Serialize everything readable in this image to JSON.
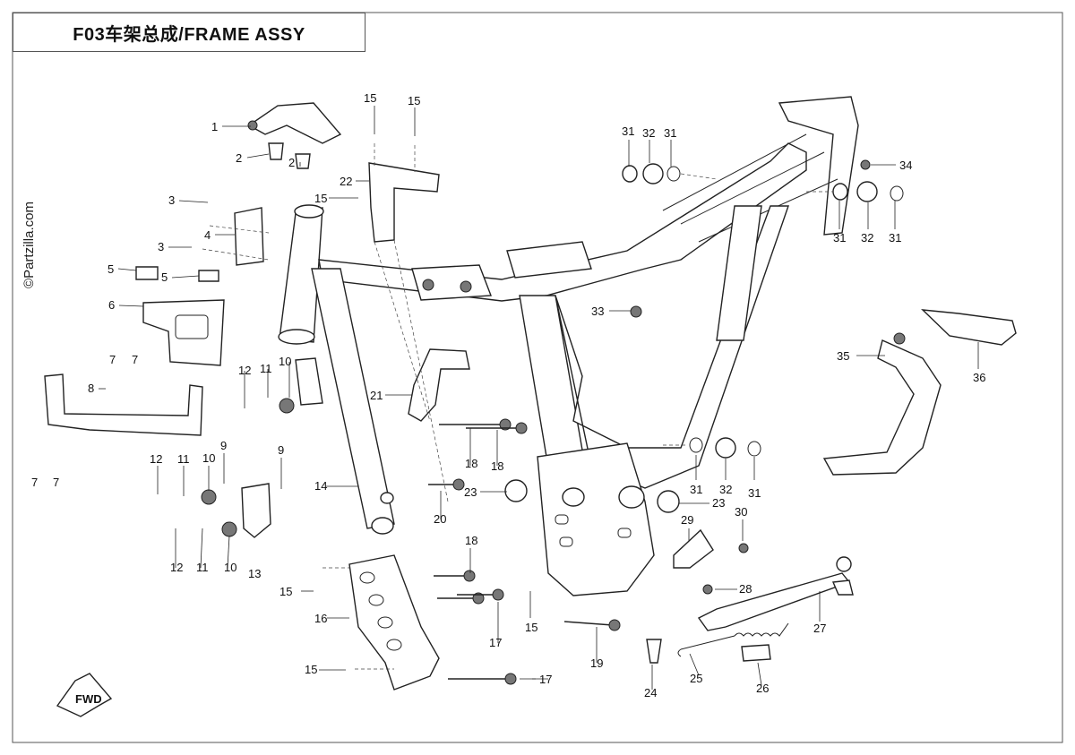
{
  "header": {
    "title": "F03车架总成/FRAME ASSY"
  },
  "watermark": {
    "text": "©Partzilla.com"
  },
  "fwd": {
    "label": "FWD"
  },
  "callouts": [
    {
      "id": "c1",
      "num": "1"
    },
    {
      "id": "c2a",
      "num": "2"
    },
    {
      "id": "c2b",
      "num": "2"
    },
    {
      "id": "c3a",
      "num": "3"
    },
    {
      "id": "c3b",
      "num": "3"
    },
    {
      "id": "c4",
      "num": "4"
    },
    {
      "id": "c5a",
      "num": "5"
    },
    {
      "id": "c5b",
      "num": "5"
    },
    {
      "id": "c6",
      "num": "6"
    },
    {
      "id": "c7a",
      "num": "7"
    },
    {
      "id": "c7b",
      "num": "7"
    },
    {
      "id": "c7c",
      "num": "7"
    },
    {
      "id": "c7d",
      "num": "7"
    },
    {
      "id": "c8",
      "num": "8"
    },
    {
      "id": "c9a",
      "num": "9"
    },
    {
      "id": "c9b",
      "num": "9"
    },
    {
      "id": "c10a",
      "num": "10"
    },
    {
      "id": "c10b",
      "num": "10"
    },
    {
      "id": "c10c",
      "num": "10"
    },
    {
      "id": "c11a",
      "num": "11"
    },
    {
      "id": "c11b",
      "num": "11"
    },
    {
      "id": "c11c",
      "num": "11"
    },
    {
      "id": "c12a",
      "num": "12"
    },
    {
      "id": "c12b",
      "num": "12"
    },
    {
      "id": "c12c",
      "num": "12"
    },
    {
      "id": "c13",
      "num": "13"
    },
    {
      "id": "c14",
      "num": "14"
    },
    {
      "id": "c15a",
      "num": "15"
    },
    {
      "id": "c15b",
      "num": "15"
    },
    {
      "id": "c15c",
      "num": "15"
    },
    {
      "id": "c15d",
      "num": "15"
    },
    {
      "id": "c15e",
      "num": "15"
    },
    {
      "id": "c15f",
      "num": "15"
    },
    {
      "id": "c16",
      "num": "16"
    },
    {
      "id": "c17a",
      "num": "17"
    },
    {
      "id": "c17b",
      "num": "17"
    },
    {
      "id": "c18a",
      "num": "18"
    },
    {
      "id": "c18b",
      "num": "18"
    },
    {
      "id": "c18c",
      "num": "18"
    },
    {
      "id": "c19",
      "num": "19"
    },
    {
      "id": "c20",
      "num": "20"
    },
    {
      "id": "c21",
      "num": "21"
    },
    {
      "id": "c22",
      "num": "22"
    },
    {
      "id": "c23a",
      "num": "23"
    },
    {
      "id": "c23b",
      "num": "23"
    },
    {
      "id": "c24",
      "num": "24"
    },
    {
      "id": "c25",
      "num": "25"
    },
    {
      "id": "c26",
      "num": "26"
    },
    {
      "id": "c27",
      "num": "27"
    },
    {
      "id": "c28",
      "num": "28"
    },
    {
      "id": "c29",
      "num": "29"
    },
    {
      "id": "c30",
      "num": "30"
    },
    {
      "id": "c31a",
      "num": "31"
    },
    {
      "id": "c31b",
      "num": "31"
    },
    {
      "id": "c31c",
      "num": "31"
    },
    {
      "id": "c31d",
      "num": "31"
    },
    {
      "id": "c31e",
      "num": "31"
    },
    {
      "id": "c31f",
      "num": "31"
    },
    {
      "id": "c32a",
      "num": "32"
    },
    {
      "id": "c32b",
      "num": "32"
    },
    {
      "id": "c32c",
      "num": "32"
    },
    {
      "id": "c33",
      "num": "33"
    },
    {
      "id": "c34",
      "num": "34"
    },
    {
      "id": "c35",
      "num": "35"
    },
    {
      "id": "c36",
      "num": "36"
    }
  ]
}
